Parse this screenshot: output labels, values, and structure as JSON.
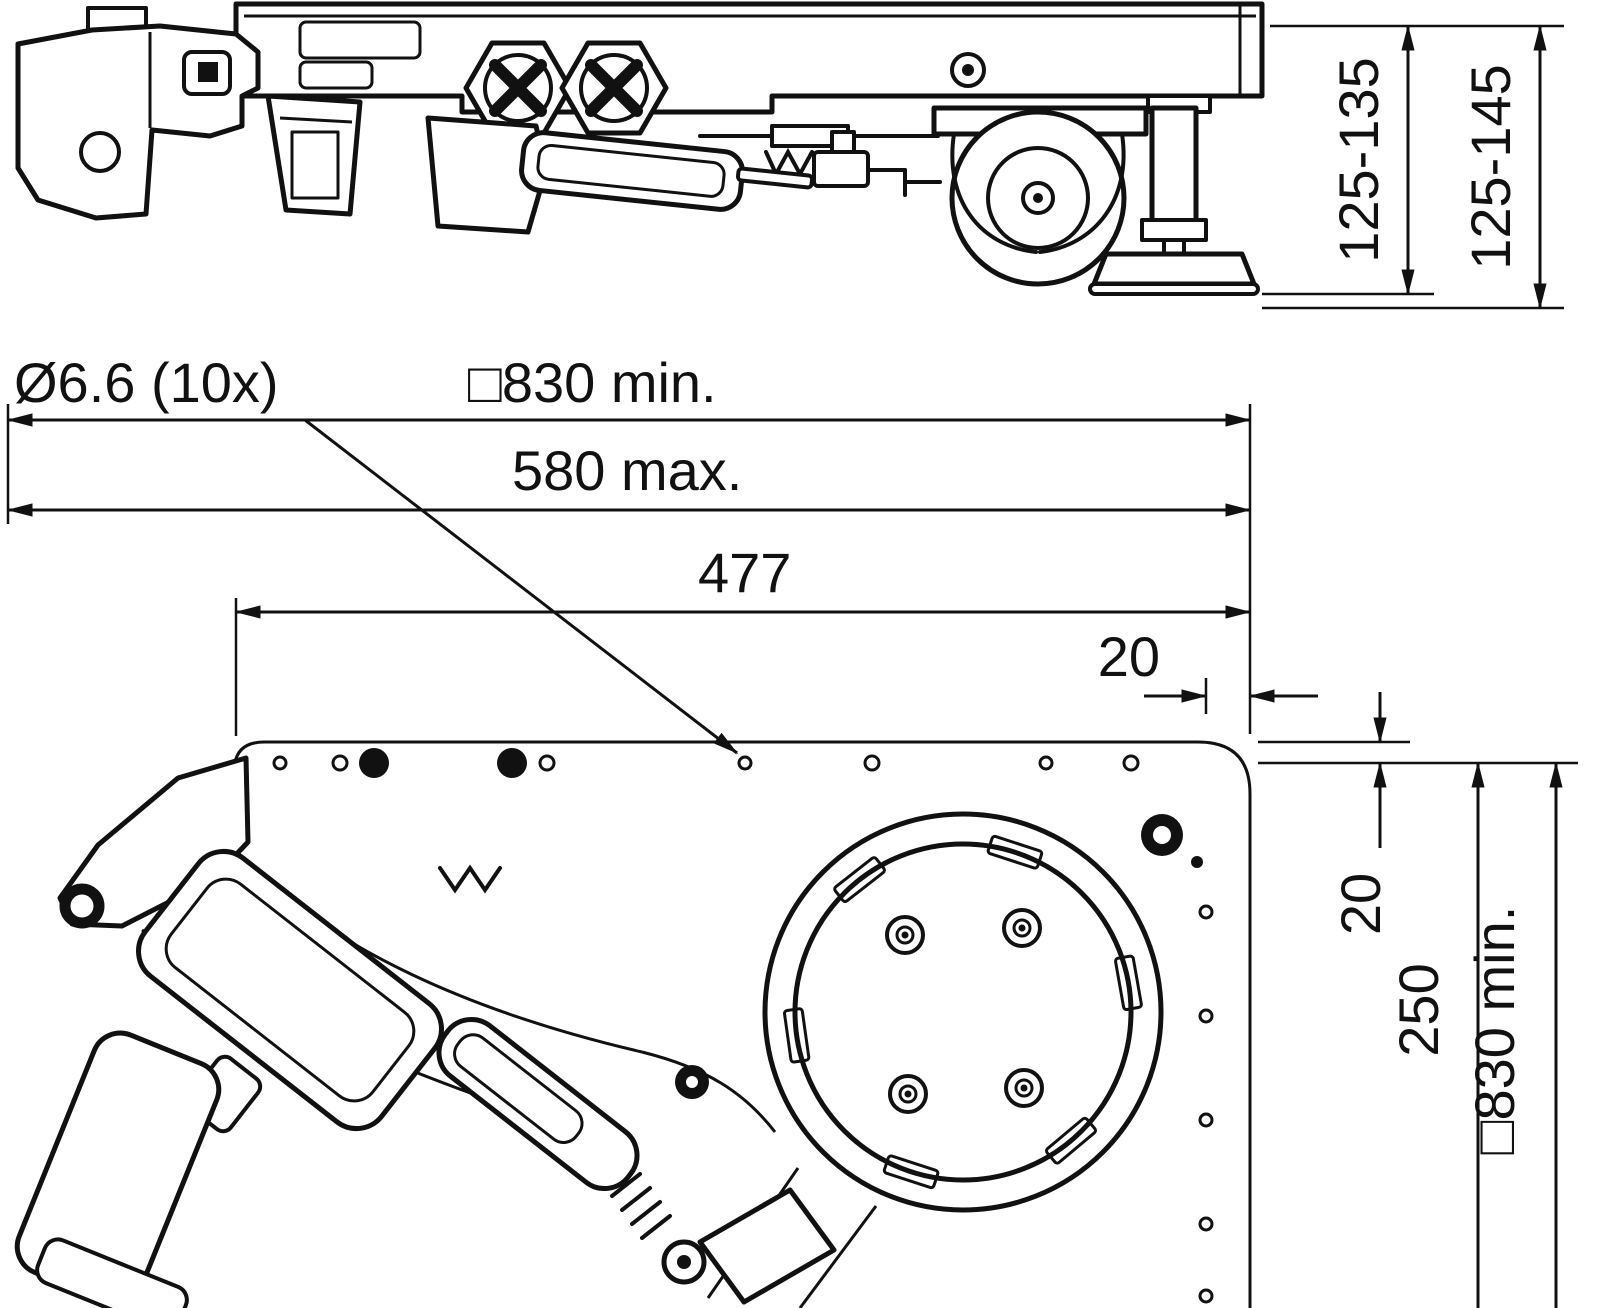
{
  "side_view": {
    "dim_height_min": "125-135",
    "dim_height_max": "125-145"
  },
  "plan_view": {
    "hole_callout": "Ø6.6 (10x)",
    "dim_square_830_top": "□830 min.",
    "dim_580": "580 max.",
    "dim_477": "477",
    "dim_20_horizontal": "20",
    "dim_20_vertical": "20",
    "dim_250": "250",
    "dim_square_830_right": "□830 min."
  },
  "colors": {
    "line": "#111111",
    "background": "#ffffff"
  }
}
